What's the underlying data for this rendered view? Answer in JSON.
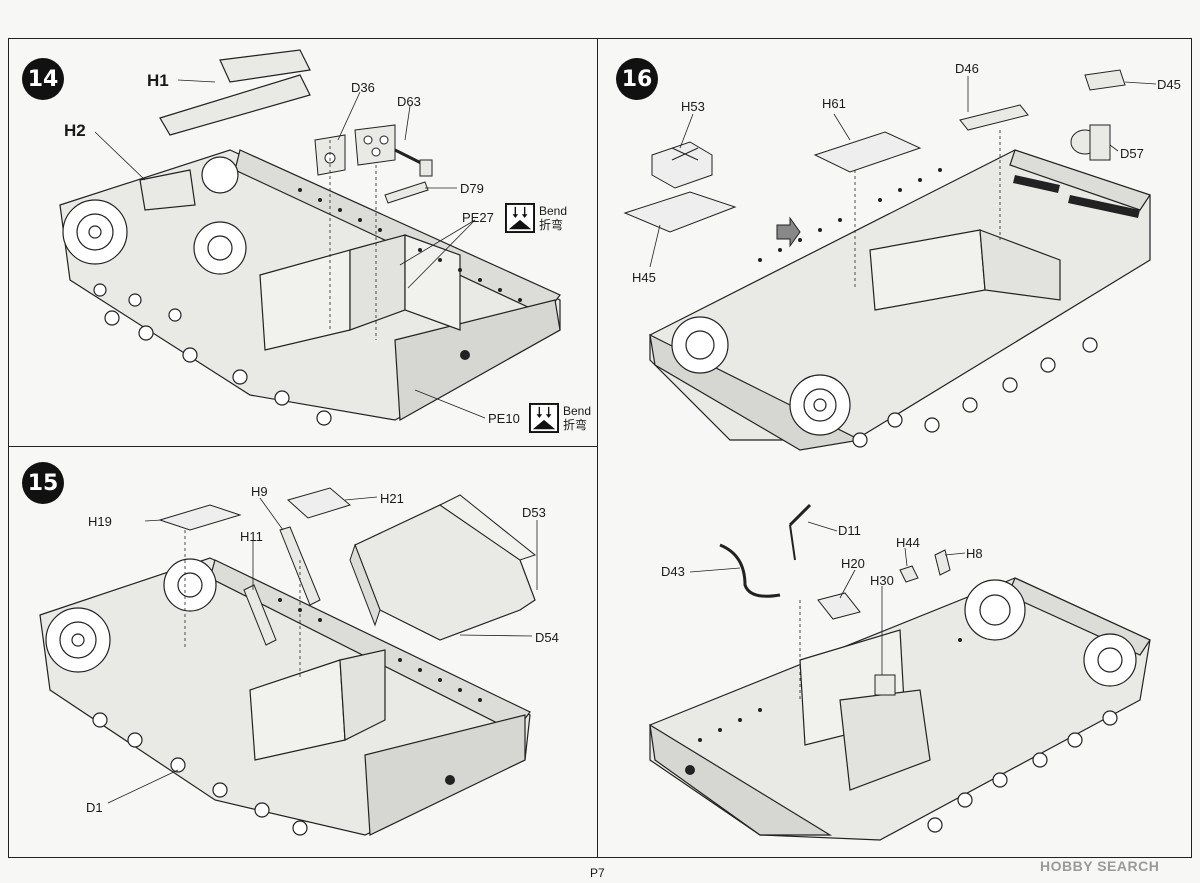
{
  "steps": {
    "s14": "14",
    "s15": "15",
    "s16": "16"
  },
  "labels14": {
    "h1": "H1",
    "h2": "H2",
    "d36": "D36",
    "d63": "D63",
    "d79": "D79",
    "pe27": "PE27",
    "pe10": "PE10"
  },
  "labels15": {
    "h19": "H19",
    "h9": "H9",
    "h21": "H21",
    "h11": "H11",
    "d53": "D53",
    "d54": "D54",
    "d1": "D1"
  },
  "labels16a": {
    "d46": "D46",
    "d45": "D45",
    "h53": "H53",
    "h61": "H61",
    "d57": "D57",
    "h45": "H45"
  },
  "labels16b": {
    "d11": "D11",
    "d43": "D43",
    "h20": "H20",
    "h44": "H44",
    "h8": "H8",
    "h30": "H30"
  },
  "bend": {
    "en": "Bend",
    "zh": "折弯"
  },
  "page_number": "P7",
  "watermark": "HOBBY SEARCH",
  "icons": {
    "bend_symbol": "bend-arrow-icon",
    "direction_arrow": "direction-arrow-icon"
  }
}
